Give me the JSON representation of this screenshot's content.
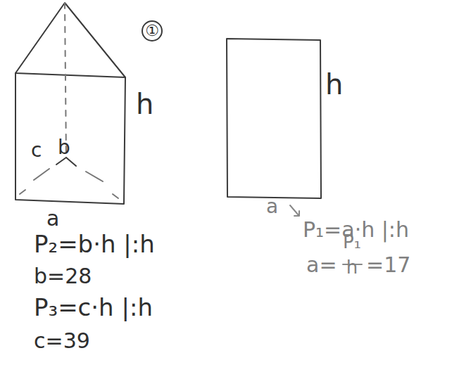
{
  "diagram": {
    "labels": [
      "①",
      "h",
      "c",
      "b",
      "a",
      "P₂=b·h |:h",
      "b=28",
      "P₃=c·h |:h",
      "c=39",
      "h",
      "a",
      "P₁=a·h |:h",
      "a=",
      "P₁",
      "h",
      "=17"
    ]
  }
}
